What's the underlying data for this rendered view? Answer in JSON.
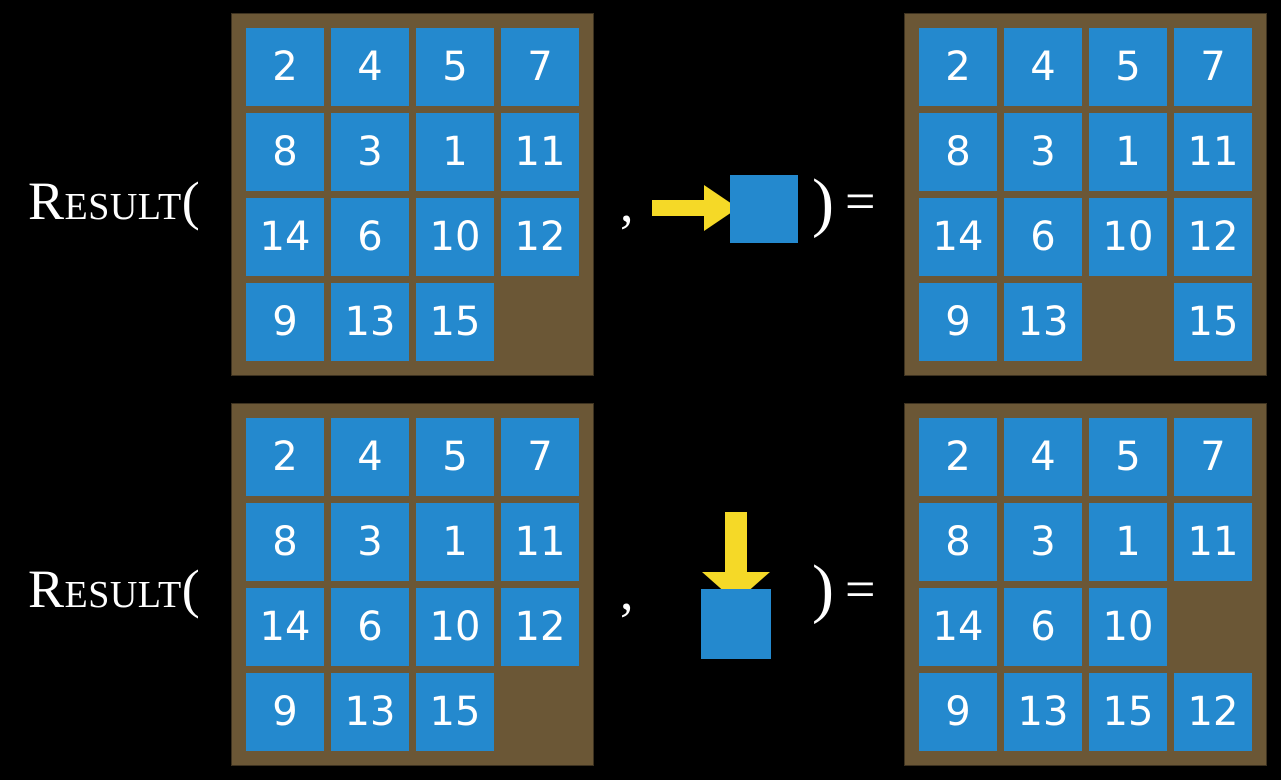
{
  "figure": {
    "background_color": "#000000",
    "board_color": "#6b5736",
    "tile_color": "#2489ce",
    "tile_text_color": "#ffffff",
    "arrow_color": "#f5d927",
    "label_text_color": "#ffffff"
  },
  "rows": [
    {
      "id": "row-1",
      "function_label": "Result(",
      "comma": ",",
      "close_paren": ")",
      "equals": "=",
      "action": {
        "name": "move-right",
        "arrow_icon": "arrow-right-icon",
        "direction": "right"
      },
      "input_board": {
        "name": "input-board-row-1",
        "cells": [
          [
            "2",
            "4",
            "5",
            "7"
          ],
          [
            "8",
            "3",
            "1",
            "11"
          ],
          [
            "14",
            "6",
            "10",
            "12"
          ],
          [
            "9",
            "13",
            "15",
            ""
          ]
        ]
      },
      "output_board": {
        "name": "output-board-row-1",
        "cells": [
          [
            "2",
            "4",
            "5",
            "7"
          ],
          [
            "8",
            "3",
            "1",
            "11"
          ],
          [
            "14",
            "6",
            "10",
            "12"
          ],
          [
            "9",
            "13",
            "",
            "15"
          ]
        ]
      }
    },
    {
      "id": "row-2",
      "function_label": "Result(",
      "comma": ",",
      "close_paren": ")",
      "equals": "=",
      "action": {
        "name": "move-down",
        "arrow_icon": "arrow-down-icon",
        "direction": "down"
      },
      "input_board": {
        "name": "input-board-row-2",
        "cells": [
          [
            "2",
            "4",
            "5",
            "7"
          ],
          [
            "8",
            "3",
            "1",
            "11"
          ],
          [
            "14",
            "6",
            "10",
            "12"
          ],
          [
            "9",
            "13",
            "15",
            ""
          ]
        ]
      },
      "output_board": {
        "name": "output-board-row-2",
        "cells": [
          [
            "2",
            "4",
            "5",
            "7"
          ],
          [
            "8",
            "3",
            "1",
            "11"
          ],
          [
            "14",
            "6",
            "10",
            ""
          ],
          [
            "9",
            "13",
            "15",
            "12"
          ]
        ]
      }
    }
  ]
}
